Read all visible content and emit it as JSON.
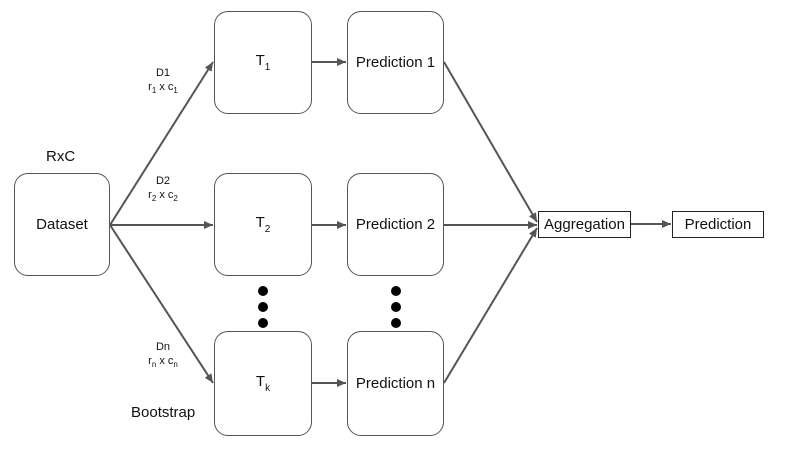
{
  "dataset": {
    "title": "RxC",
    "label": "Dataset",
    "bootstrap_label": "Bootstrap"
  },
  "samples": [
    {
      "name": "D1",
      "r": "r",
      "r_sub": "1",
      "x": "x",
      "c": "c",
      "c_sub": "1"
    },
    {
      "name": "D2",
      "r": "r",
      "r_sub": "2",
      "x": "x",
      "c": "c",
      "c_sub": "2"
    },
    {
      "name": "Dn",
      "r": "r",
      "r_sub": "n",
      "x": "x",
      "c": "c",
      "c_sub": "n"
    }
  ],
  "trees": [
    {
      "name": "T",
      "sub": "1"
    },
    {
      "name": "T",
      "sub": "2"
    },
    {
      "name": "T",
      "sub": "k"
    }
  ],
  "predictions": [
    "Prediction 1",
    "Prediction 2",
    "Prediction n"
  ],
  "aggregation": "Aggregation",
  "final_prediction": "Prediction",
  "colors": {
    "edge": "#555555",
    "border": "#555555",
    "text": "#111111"
  }
}
